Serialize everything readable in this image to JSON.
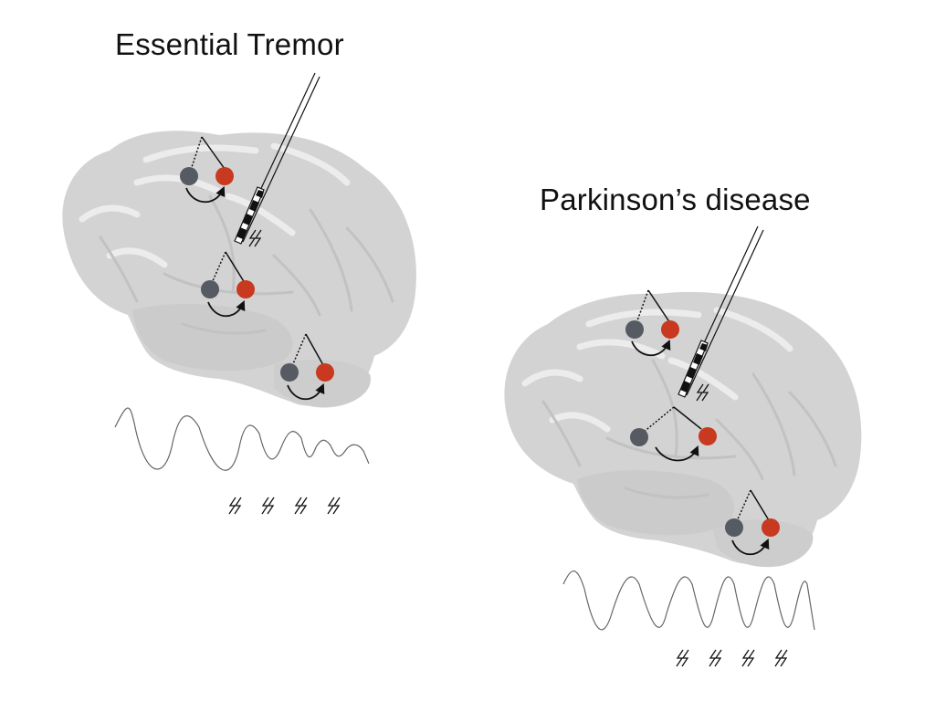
{
  "panels": [
    {
      "id": "left",
      "title": "Essential Tremor",
      "neuron_pairs": 3,
      "stimulation_bursts": 4
    },
    {
      "id": "right",
      "title": "Parkinson’s disease",
      "neuron_pairs": 3,
      "stimulation_bursts": 4
    }
  ],
  "colors": {
    "brain_fill": "#d3d3d3",
    "brain_highlight": "#ececec",
    "brain_groove": "#c6c6c6",
    "neuron_gray": "#555a63",
    "neuron_red": "#c8391f",
    "line": "#111111",
    "wave": "#666666"
  },
  "icons": {
    "electrode": "electrode-icon",
    "stimulation": "lightning-icon",
    "arrow": "curved-arrow-icon"
  }
}
